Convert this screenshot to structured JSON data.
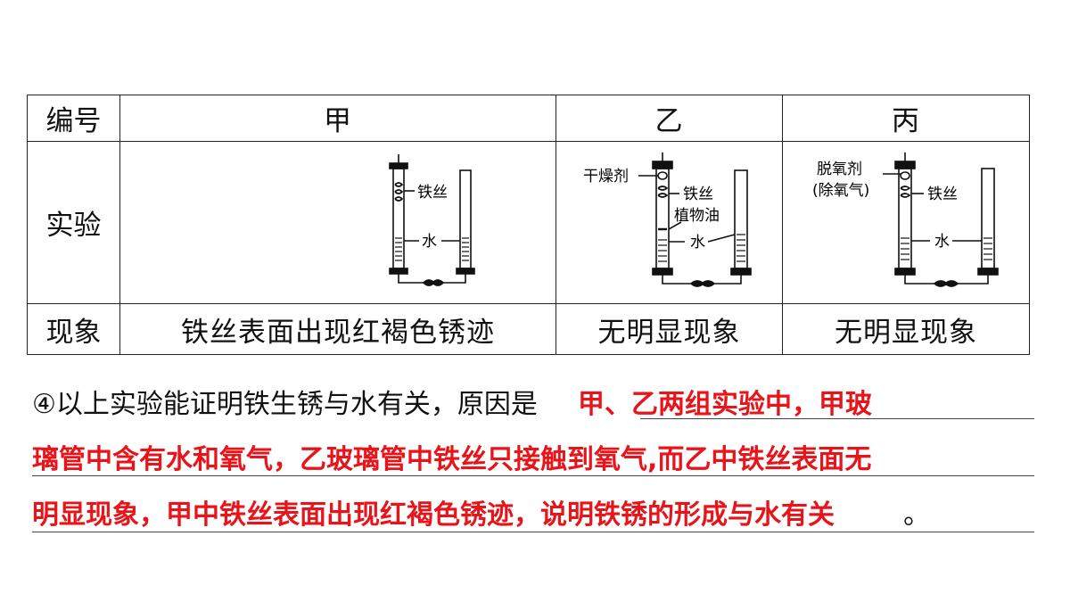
{
  "table": {
    "headers": [
      "编号",
      "甲",
      "乙",
      "丙"
    ],
    "row_labels": [
      "实验",
      "现象"
    ],
    "phenomena": [
      "铁丝表面出现红褐色锈迹",
      "无明显现象",
      "无明显现象"
    ],
    "diagram_labels": {
      "jia": {
        "wire": "铁丝",
        "water": "水"
      },
      "yi": {
        "desiccant": "干燥剂",
        "wire": "铁丝",
        "oil": "植物油",
        "water": "水"
      },
      "bing": {
        "deoxidizer": "脱氧剂",
        "deoxidizer_note": "(除氧气)",
        "wire": "铁丝",
        "water": "水"
      }
    }
  },
  "question": {
    "prefix": "④以上实验能证明铁生锈与水有关，原因是",
    "answer_line1": "甲、乙两组实验中，甲玻",
    "answer_line2": "璃管中含有水和氧气，乙玻璃管中铁丝只接触到氧气,而乙中铁丝表面无",
    "answer_line3": "明显现象，甲中铁丝表面出现红褐色锈迹，说明铁锈的形成与水有关",
    "suffix": "。"
  }
}
